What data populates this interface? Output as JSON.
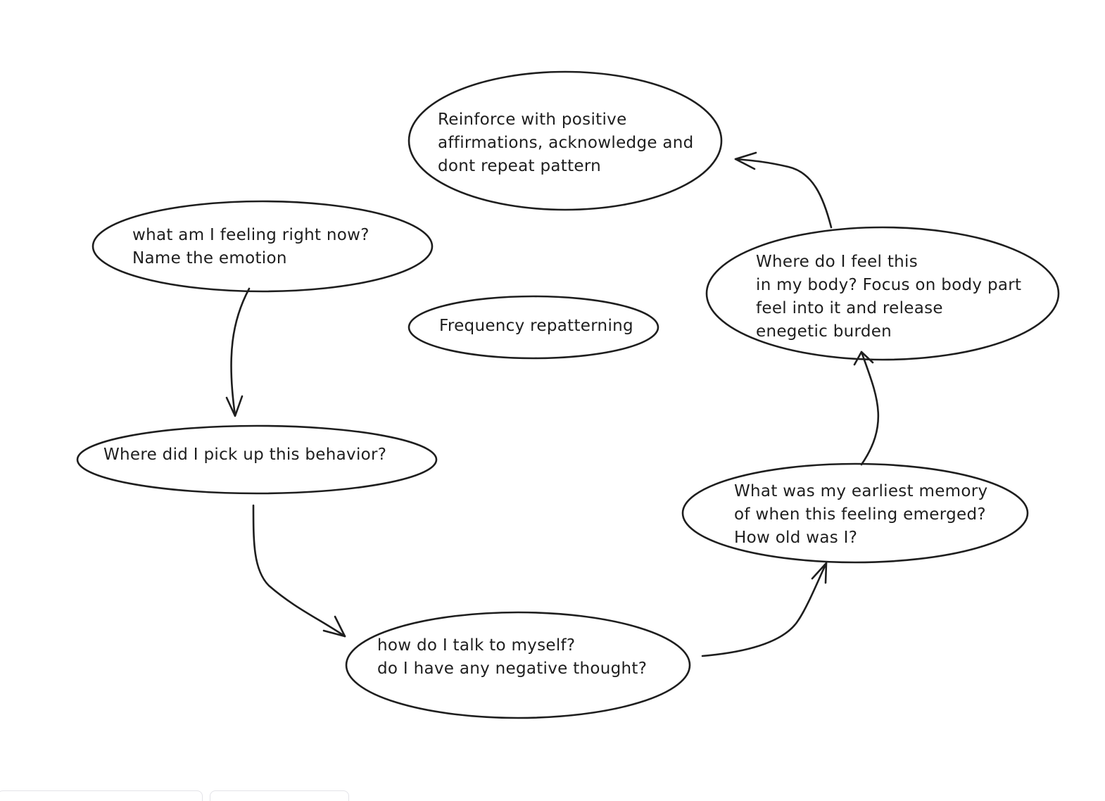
{
  "nodes": {
    "feeling": {
      "lines": [
        "what am I feeling right now?",
        "Name the emotion"
      ]
    },
    "behavior": {
      "lines": [
        "Where did I pick up this behavior?"
      ]
    },
    "self_talk": {
      "lines": [
        "how do I talk to myself?",
        "do I have any negative thought?"
      ]
    },
    "memory": {
      "lines": [
        "What was my earliest memory",
        "of when this feeling emerged?",
        "How old was I?"
      ]
    },
    "body": {
      "lines": [
        "Where do I feel this",
        "in my body? Focus on body part",
        "feel into it and release",
        "enegetic burden"
      ]
    },
    "reinforce": {
      "lines": [
        "Reinforce with positive",
        "affirmations, acknowledge and",
        "dont repeat pattern"
      ]
    },
    "center": {
      "lines": [
        "Frequency repatterning"
      ]
    }
  },
  "colors": {
    "stroke": "#1e1e1e",
    "background": "#ffffff"
  }
}
